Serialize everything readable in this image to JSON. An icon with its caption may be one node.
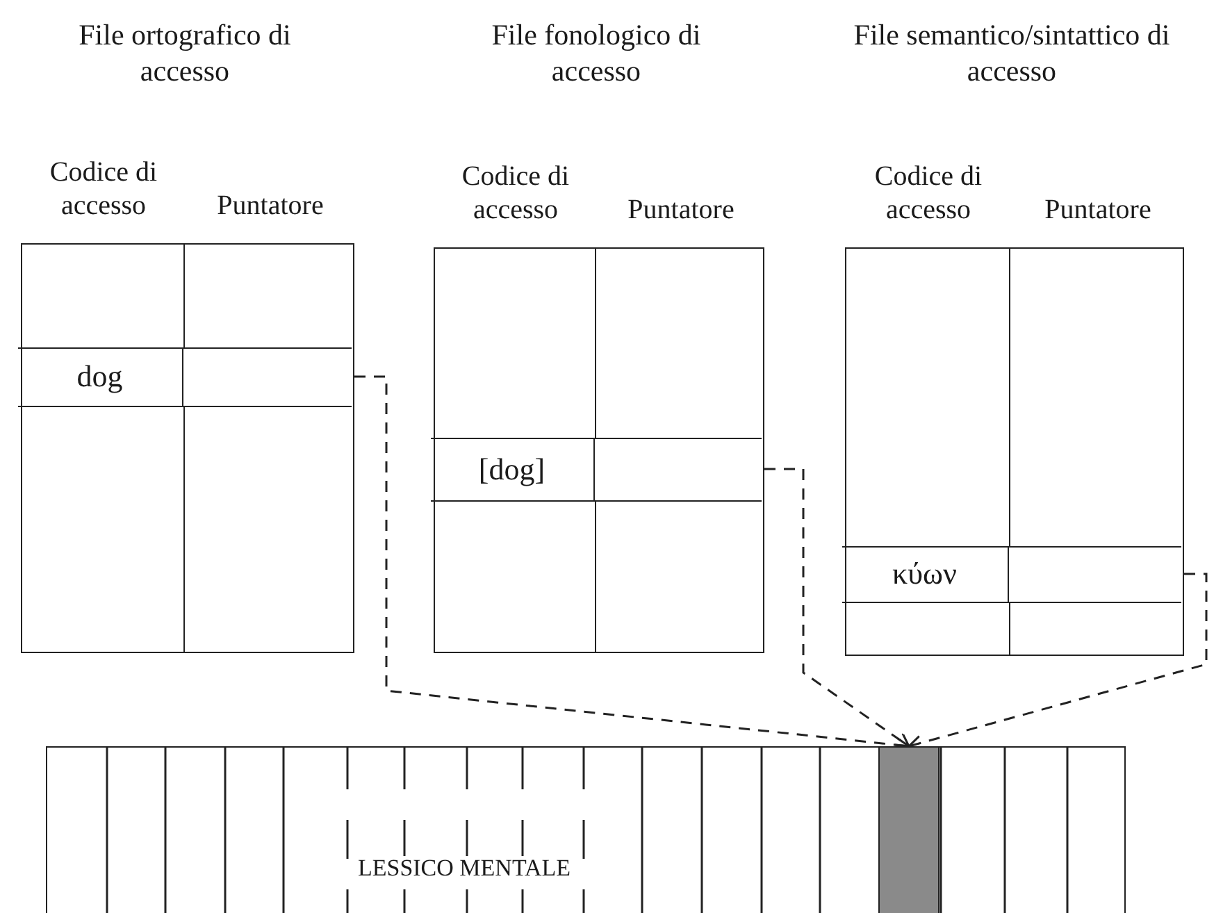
{
  "diagram": {
    "nodes": [
      {
        "text": [],
        "shape": "box"
      },
      {
        "text": [
          "dog"
        ],
        "in": 0
      },
      {
        "text": [],
        "shape": "box",
        "in": 0
      },
      {
        "text": [],
        "shape": "box"
      },
      {
        "text": [
          "[dog]"
        ],
        "in": 3
      },
      {
        "text": [],
        "shape": "box",
        "in": 3
      },
      {
        "text": [],
        "shape": "box"
      },
      {
        "text": [
          "κύων"
        ],
        "in": 6
      },
      {
        "text": [],
        "shape": "box",
        "in": 6
      },
      {
        "text": [
          "LESSICO MENTALE"
        ]
      },
      {
        "text": [],
        "shape": "box",
        "in": 9
      }
    ],
    "edges": [
      {
        "from": 2,
        "to": 10,
        "arrow": "to",
        "style": "dashed"
      },
      {
        "from": 5,
        "to": 10,
        "arrow": "to",
        "style": "dashed"
      },
      {
        "from": 8,
        "to": 10,
        "arrow": "to",
        "style": "dashed"
      }
    ],
    "labels": [
      "File ortografico di accesso",
      "File fonologico di accesso",
      "File semantico/sintattico di accesso",
      "Codice di accesso",
      "Puntatore",
      "Codice di accesso",
      "Puntatore",
      "Codice di accesso",
      "Puntatore"
    ]
  }
}
